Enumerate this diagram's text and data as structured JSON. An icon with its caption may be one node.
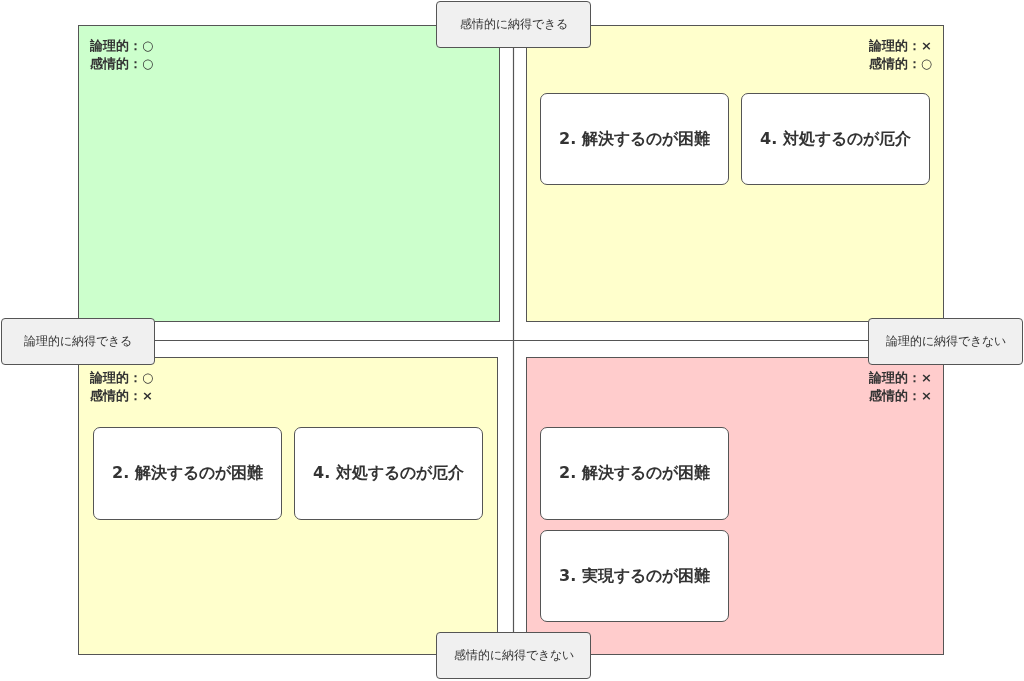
{
  "diagram": {
    "nodes": [
      {
        "text": [
          "感情的に納得できる"
        ]
      },
      {
        "text": [
          "論理的：○",
          "感情的：○"
        ]
      },
      {
        "text": [
          "論理的：×",
          "感情的：○"
        ]
      },
      {
        "text": [
          "2. 解決するのが困難"
        ],
        "in": 2
      },
      {
        "text": [
          "4. 対処するのが厄介"
        ],
        "in": 2
      },
      {
        "text": [
          "論理的に納得できる"
        ]
      },
      {
        "text": [
          "論理的に納得できない"
        ]
      },
      {
        "text": [
          "論理的：○",
          "感情的：×"
        ]
      },
      {
        "text": [
          "2. 解決するのが困難"
        ],
        "in": 7
      },
      {
        "text": [
          "4. 対処するのが厄介"
        ],
        "in": 7
      },
      {
        "text": [
          "論理的：×",
          "感情的：×"
        ]
      },
      {
        "text": [
          "2. 解決するのが困難"
        ],
        "in": 10
      },
      {
        "text": [
          "3. 実現するのが困難"
        ],
        "in": 10
      },
      {
        "text": [
          "感情的に納得できない"
        ]
      }
    ]
  }
}
